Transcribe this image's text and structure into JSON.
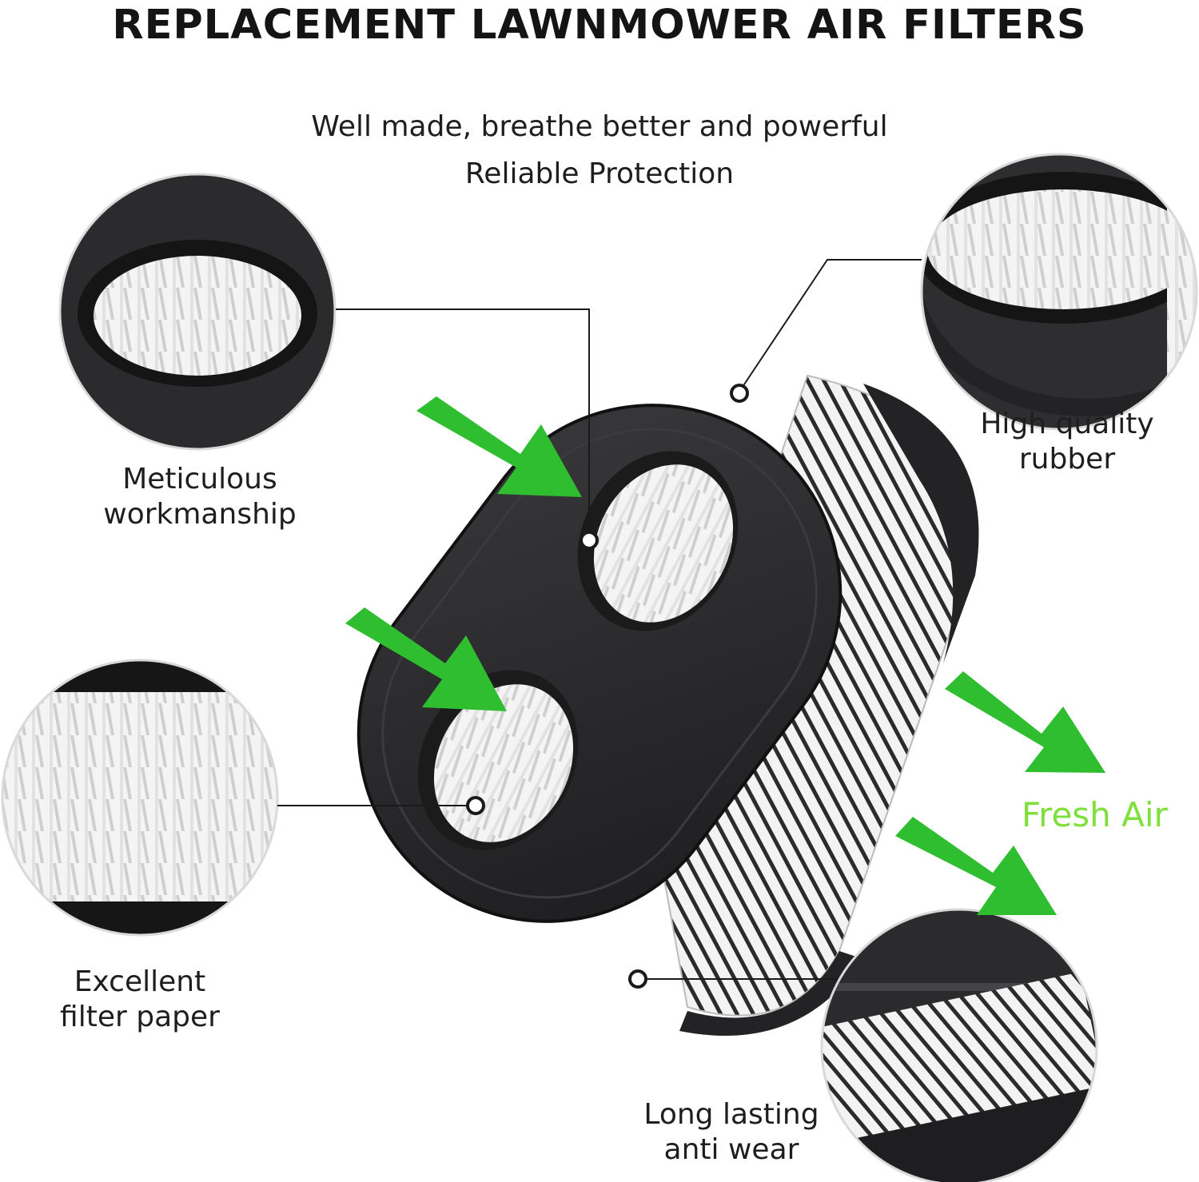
{
  "header": {
    "title": "REPLACEMENT LAWNMOWER AIR FILTERS",
    "subtitle_line1": "Well made, breathe better and powerful",
    "subtitle_line2": "Reliable Protection"
  },
  "features": {
    "workmanship_l1": "Meticulous",
    "workmanship_l2": "workmanship",
    "rubber_l1": "High quality",
    "rubber_l2": "rubber",
    "paper_l1": "Excellent",
    "paper_l2": "filter paper",
    "wear_l1": "Long lasting",
    "wear_l2": "anti wear"
  },
  "airflow": {
    "label": "Fresh Air"
  },
  "colors": {
    "arrow_green": "#2fbe2f",
    "fresh_air_text": "#7ee03a",
    "filter_frame": "#2a2a2c",
    "pleat_white": "#f2f2f2"
  }
}
